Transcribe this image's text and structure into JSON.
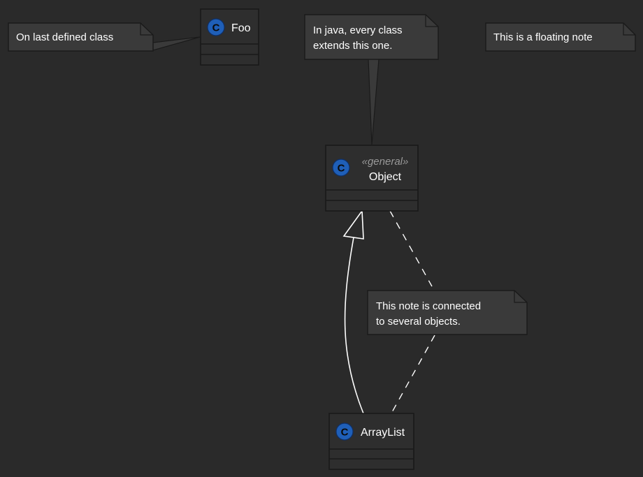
{
  "diagram": {
    "colors": {
      "background": "#2a2a2a",
      "class_fill": "#2e2e2e",
      "class_border": "#191919",
      "note_fill": "#3a3a3a",
      "note_border": "#1a1a1a",
      "text": "#ffffff",
      "stereotype_text": "#999999",
      "badge_fill": "#1f5fb8",
      "link": "#ffffff",
      "note_link": "#5a5a5a"
    },
    "classes": {
      "foo": {
        "name": "Foo",
        "badge": "C"
      },
      "object": {
        "name": "Object",
        "stereotype": "«general»",
        "badge": "C"
      },
      "arraylist": {
        "name": "ArrayList",
        "badge": "C"
      }
    },
    "notes": {
      "last_class": {
        "lines": [
          "On last defined class"
        ]
      },
      "java": {
        "lines": [
          "In java, every class",
          "extends this one."
        ]
      },
      "floating": {
        "lines": [
          "This is a floating note"
        ]
      },
      "connected": {
        "lines": [
          "This note is connected",
          "to several objects."
        ]
      }
    },
    "relations": [
      {
        "from": "ArrayList",
        "to": "Object",
        "type": "inheritance"
      },
      {
        "from": "connected-note",
        "to": "Object",
        "type": "dashed"
      },
      {
        "from": "connected-note",
        "to": "ArrayList",
        "type": "dashed"
      },
      {
        "from": "java-note",
        "to": "Object",
        "type": "note-link"
      },
      {
        "from": "last-class-note",
        "to": "Foo",
        "type": "note-link"
      }
    ]
  }
}
